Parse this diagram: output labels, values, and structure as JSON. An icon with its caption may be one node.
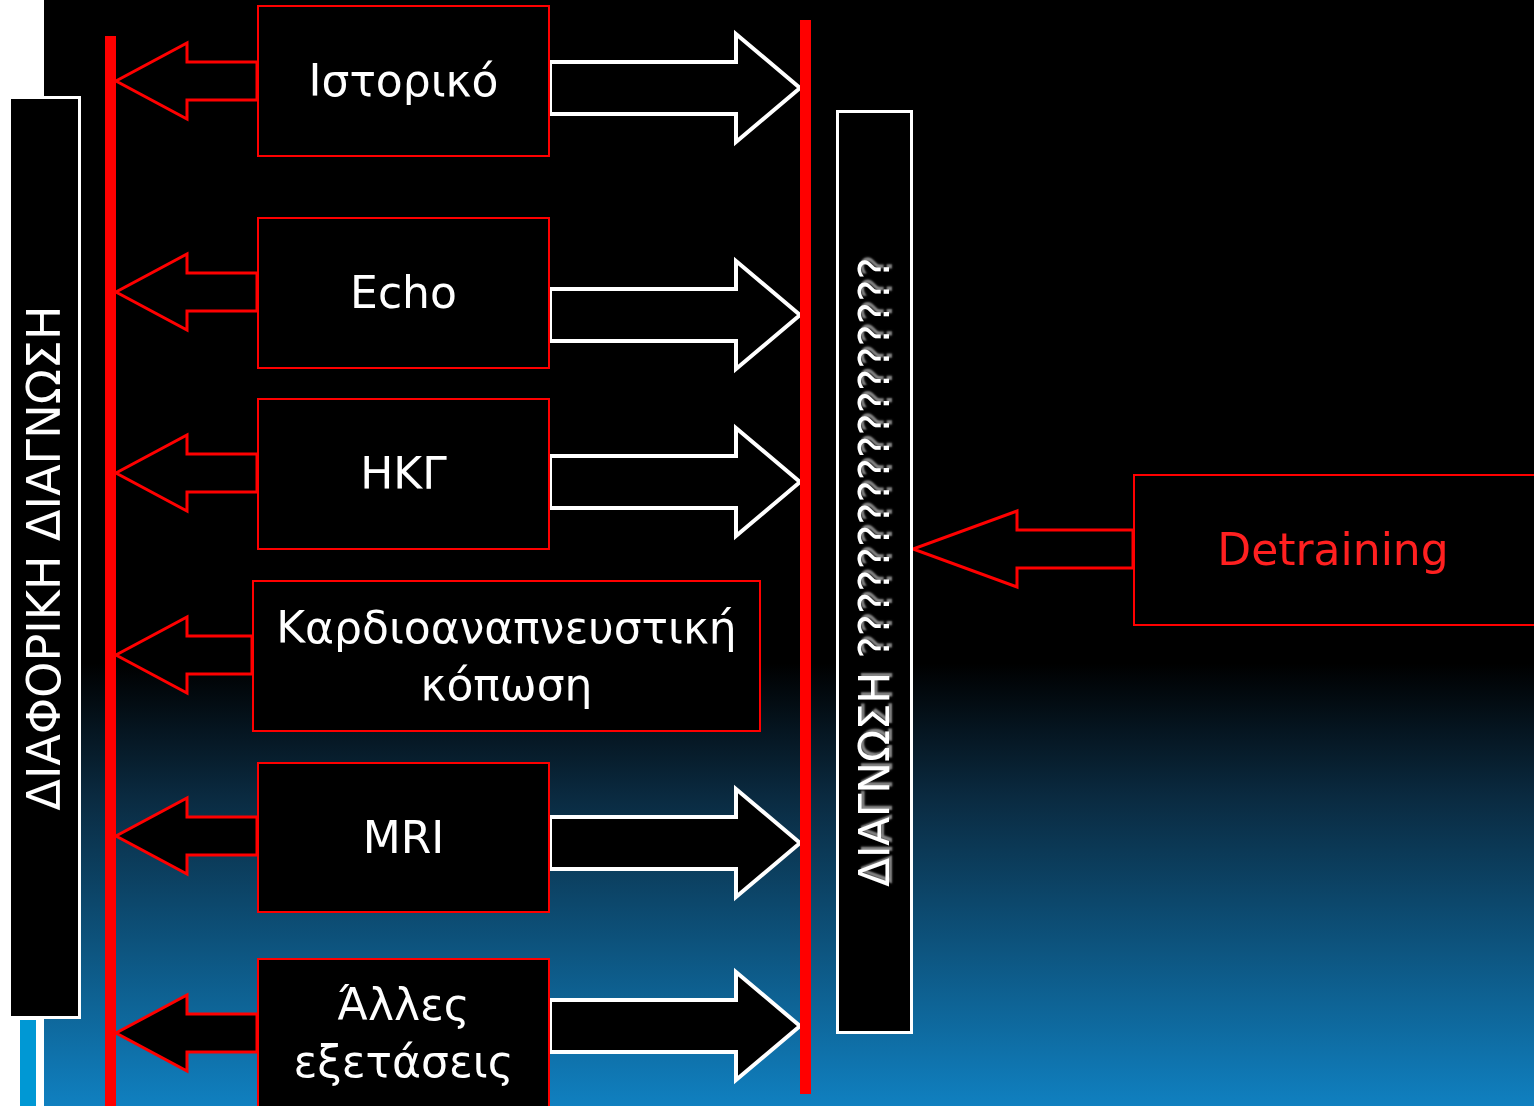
{
  "diagram": {
    "nodes": [
      {
        "text": [
          "ΔΙΑΦΟΡΙΚΗ ΔΙΑΓΝΩΣΗ"
        ]
      },
      {
        "text": [],
        "shape": "bar"
      },
      {
        "text": [
          "Ιστορικό"
        ]
      },
      {
        "text": [
          "Echo"
        ]
      },
      {
        "text": [
          "ΗΚΓ"
        ]
      },
      {
        "text": [
          "Καρδιοαναπνευστική κόπωση"
        ]
      },
      {
        "text": [
          "MRI"
        ]
      },
      {
        "text": [
          "Άλλες εξετάσεις"
        ]
      },
      {
        "text": [],
        "shape": "bar"
      },
      {
        "text": [
          "ΔΙΑΓΝΩΣΗ ??????????????????"
        ]
      },
      {
        "text": [
          "Detraining"
        ]
      }
    ],
    "edges": [
      {
        "from": 2,
        "to": 1,
        "arrow": "to"
      },
      {
        "from": 2,
        "to": 8,
        "arrow": "to",
        "color": "#ffffff"
      },
      {
        "from": 3,
        "to": 1,
        "arrow": "to"
      },
      {
        "from": 3,
        "to": 8,
        "arrow": "to",
        "color": "#ffffff"
      },
      {
        "from": 4,
        "to": 1,
        "arrow": "to"
      },
      {
        "from": 4,
        "to": 8,
        "arrow": "to",
        "color": "#ffffff"
      },
      {
        "from": 5,
        "to": 1,
        "arrow": "to"
      },
      {
        "from": 6,
        "to": 1,
        "arrow": "to"
      },
      {
        "from": 6,
        "to": 8,
        "arrow": "to",
        "color": "#ffffff"
      },
      {
        "from": 7,
        "to": 1,
        "arrow": "to"
      },
      {
        "from": 7,
        "to": 8,
        "arrow": "to",
        "color": "#ffffff"
      },
      {
        "from": 10,
        "to": 9,
        "arrow": "to"
      }
    ]
  }
}
